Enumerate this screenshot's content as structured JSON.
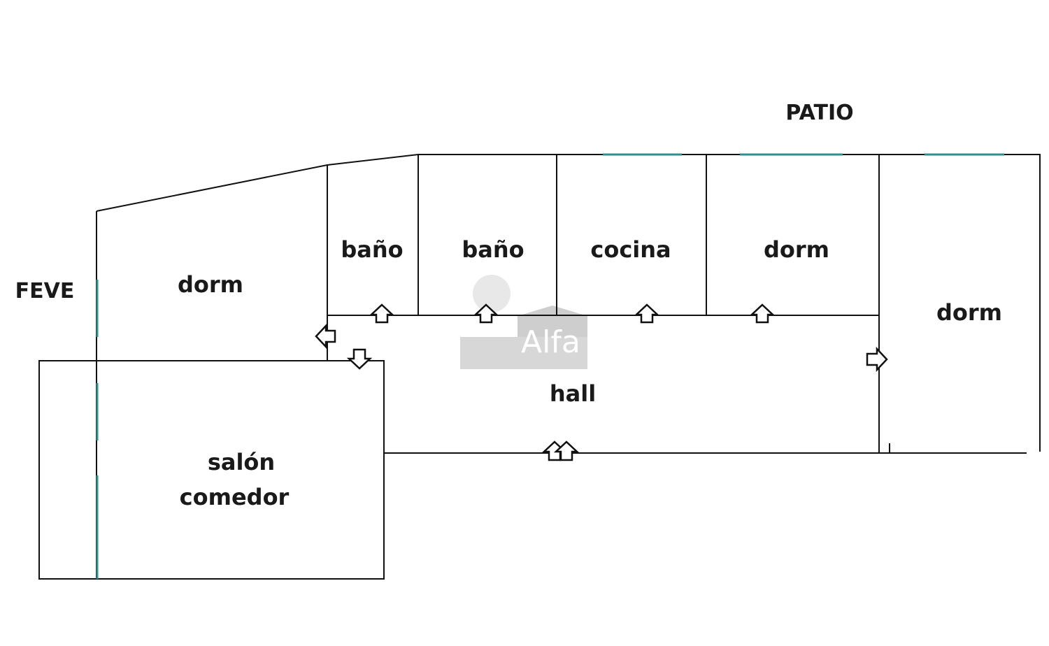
{
  "outside": {
    "patio": "PATIO",
    "feve": "FEVE"
  },
  "rooms": {
    "dorm_left": "dorm",
    "bano_1": "baño",
    "bano_2": "baño",
    "cocina": "cocina",
    "dorm_middle": "dorm",
    "dorm_right": "dorm",
    "hall": "hall",
    "salon_line1": "salón",
    "salon_line2": "comedor"
  },
  "watermark": {
    "text": "Alfa"
  },
  "colors": {
    "wall": "#111111",
    "window": "#2f8f8f",
    "watermark": "#b9b9b9"
  }
}
